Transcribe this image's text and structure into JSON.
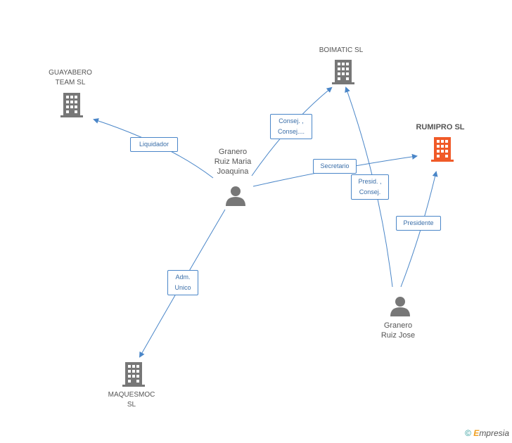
{
  "colors": {
    "edge": "#4a86c8",
    "company_default": "#777777",
    "company_highlight": "#f05a28",
    "person": "#777777"
  },
  "nodes": {
    "guayabero": {
      "name_line1": "GUAYABERO",
      "name_line2": "TEAM SL"
    },
    "boimatic": {
      "name": "BOIMATIC SL"
    },
    "rumipro": {
      "name": "RUMIPRO SL"
    },
    "maquesmoc": {
      "name_line1": "MAQUESMOC",
      "name_line2": "SL"
    },
    "person_maria": {
      "line1": "Granero",
      "line2": "Ruiz Maria",
      "line3": "Joaquina"
    },
    "person_jose": {
      "line1": "Granero",
      "line2": "Ruiz Jose"
    }
  },
  "edges": {
    "liquidador": "Liquidador",
    "consej_line1": "Consej. ,",
    "consej_line2": "Consej....",
    "secretario": "Secretario",
    "presid_line1": "Presid. ,",
    "presid_line2": "Consej.",
    "presidente": "Presidente",
    "adm_line1": "Adm.",
    "adm_line2": "Unico"
  },
  "footer": {
    "copyright": "©",
    "brand_initial": "E",
    "brand_rest": "mpresia"
  }
}
